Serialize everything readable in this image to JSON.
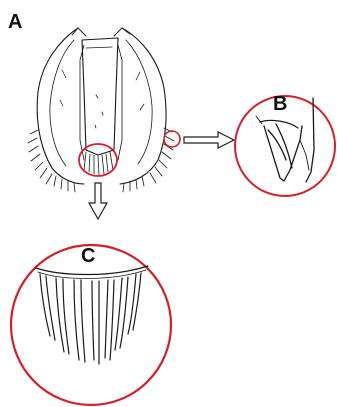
{
  "figure": {
    "panels": [
      {
        "id": "A",
        "label": "A"
      },
      {
        "id": "B",
        "label": "B"
      },
      {
        "id": "C",
        "label": "C"
      }
    ],
    "colors": {
      "highlight": "#d4202a",
      "line": "#1a1a1a",
      "arrow": "#222222",
      "background": "#ffffff"
    }
  }
}
